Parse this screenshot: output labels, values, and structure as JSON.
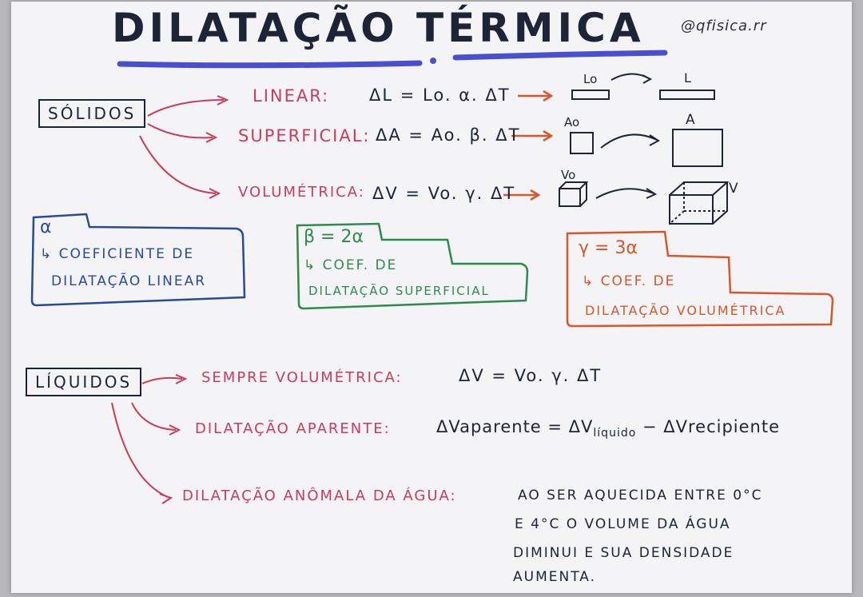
{
  "title": "Dilatação Térmica",
  "handle": "@qfisica.rr",
  "solidos": {
    "label": "Sólidos",
    "linear": {
      "name": "Linear:",
      "formula": "ΔL = Lo. α. ΔT",
      "before": "Lo",
      "after": "L"
    },
    "superficial": {
      "name": "Superficial:",
      "formula": "ΔA = Ao. β. ΔT",
      "before": "Ao",
      "after": "A"
    },
    "volumetrica": {
      "name": "Volumétrica:",
      "formula": "ΔV = Vo. γ. ΔT",
      "before": "Vo",
      "after": "V"
    }
  },
  "notes": {
    "alpha": {
      "symbol": "α",
      "line1": "↳ coeficiente de",
      "line2": "dilatação linear"
    },
    "beta": {
      "symbol": "β = 2α",
      "line1": "↳ coef. de",
      "line2": "dilatação superficial"
    },
    "gamma": {
      "symbol": "γ = 3α",
      "line1": "↳ coef. de",
      "line2": "dilatação volumétrica"
    }
  },
  "liquidos": {
    "label": "Líquidos",
    "sempre": {
      "name": "Sempre volumétrica:",
      "formula": "ΔV = Vo. γ. ΔT"
    },
    "aparente": {
      "name": "Dilatação aparente:",
      "formula_main": "ΔVaparente = ΔV",
      "sub": "líquido",
      "formula_tail": "− ΔVrecipiente"
    },
    "anomala": {
      "name": "Dilatação anômala da água:",
      "line1": "Ao ser aquecida entre 0°C",
      "line2": "e 4°C o volume da água",
      "line3": "diminui e sua densidade",
      "line4": "aumenta."
    }
  },
  "colors": {
    "navy": "#1d2436",
    "red": "#cc3b5a",
    "orange": "#d7572c",
    "blue": "#274a9c",
    "green": "#2f8a4f",
    "underline": "#4a4fd0"
  }
}
